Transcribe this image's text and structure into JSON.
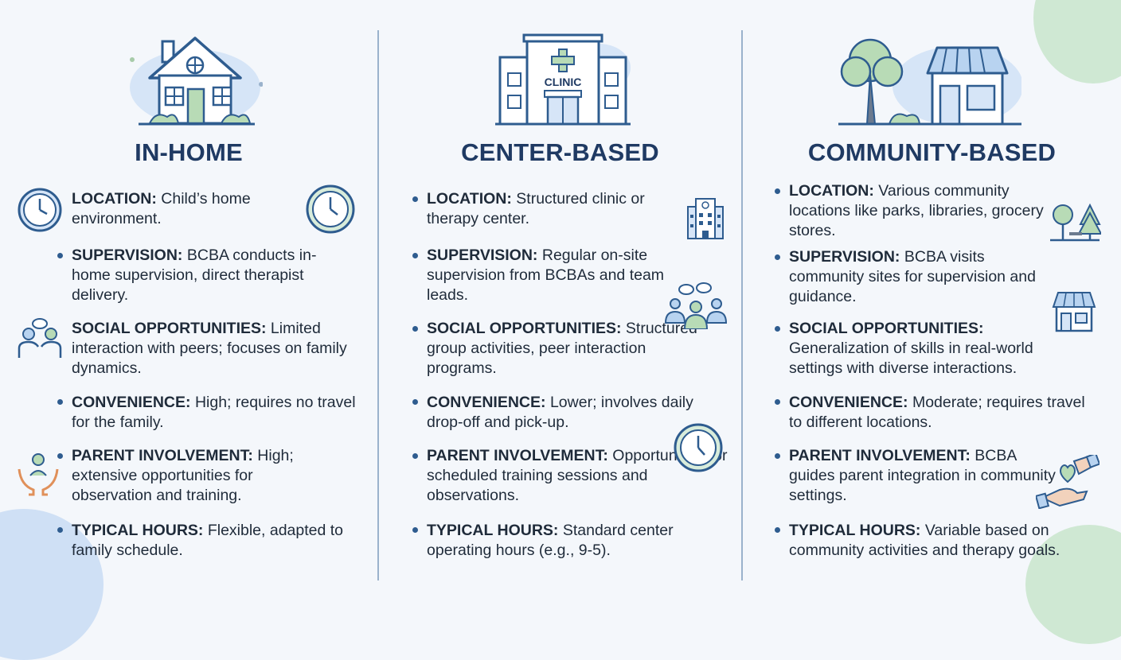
{
  "columns": [
    {
      "title": "IN-HOME",
      "illustration_icon": "house-icon",
      "items": [
        {
          "label": "LOCATION:",
          "text": "Child’s home environment."
        },
        {
          "label": "SUPERVISION:",
          "text": "BCBA conducts in-home supervision, direct therapist delivery."
        },
        {
          "label": "SOCIAL OPPORTUNITIES:",
          "text": "Limited interaction with peers; focuses on family dynamics."
        },
        {
          "label": "CONVENIENCE:",
          "text": "High; requires no travel for the family."
        },
        {
          "label": "PARENT INVOLVEMENT:",
          "text": "High; extensive opportunities for observation and training."
        },
        {
          "label": "TYPICAL HOURS:",
          "text": "Flexible, adapted to family schedule."
        }
      ]
    },
    {
      "title": "CENTER-BASED",
      "illustration_icon": "clinic-building-icon",
      "sign_text": "CLINIC",
      "items": [
        {
          "label": "LOCATION:",
          "text": "Structured clinic or therapy center."
        },
        {
          "label": "SUPERVISION:",
          "text": "Regular on-site supervision from BCBAs and team leads."
        },
        {
          "label": "SOCIAL OPPORTUNITIES:",
          "text": "Structured group activities, peer interaction programs."
        },
        {
          "label": "CONVENIENCE:",
          "text": "Lower; involves daily drop-off and pick-up."
        },
        {
          "label": "PARENT INVOLVEMENT:",
          "text": "Opportunities for scheduled training sessions and observations."
        },
        {
          "label": "TYPICAL HOURS:",
          "text": "Standard center operating hours (e.g., 9-5)."
        }
      ]
    },
    {
      "title": "COMMUNITY-BASED",
      "illustration_icon": "park-and-storefront-icon",
      "items": [
        {
          "label": "LOCATION:",
          "text": "Various community locations like parks, libraries, grocery stores."
        },
        {
          "label": "SUPERVISION:",
          "text": "BCBA visits community sites for supervision and guidance."
        },
        {
          "label": "SOCIAL OPPORTUNITIES:",
          "text": "Generalization of skills in real-world settings with diverse interactions."
        },
        {
          "label": "CONVENIENCE:",
          "text": "Moderate; requires travel to different locations."
        },
        {
          "label": "PARENT INVOLVEMENT:",
          "text": "BCBA guides parent integration in community settings."
        },
        {
          "label": "TYPICAL HOURS:",
          "text": "Variable based on community activities and therapy goals."
        }
      ]
    }
  ],
  "icons": [
    "clock-icon",
    "people-talking-icon",
    "hands-holding-person-icon",
    "small-building-icon",
    "group-chat-icon",
    "trees-bench-icon",
    "storefront-icon",
    "hands-heart-icon"
  ],
  "colors": {
    "title": "#1f3a63",
    "outline": "#2e5c8f",
    "accent_blue": "#cfe0f5",
    "accent_green": "#cfe8d3",
    "background": "#f4f7fb"
  }
}
